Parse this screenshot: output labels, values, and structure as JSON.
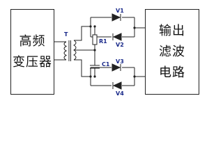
{
  "blocks": {
    "transformer_lines": [
      "高频",
      "变压器"
    ],
    "filter_lines": [
      "输出",
      "滤波",
      "电路"
    ]
  },
  "labels": {
    "T": "T",
    "R1": "R1",
    "C1": "C1",
    "V1": "V1",
    "V2": "V2",
    "V3": "V3",
    "V4": "V4"
  },
  "colors": {
    "wire": "#222222",
    "label": "#1a2a8a"
  }
}
